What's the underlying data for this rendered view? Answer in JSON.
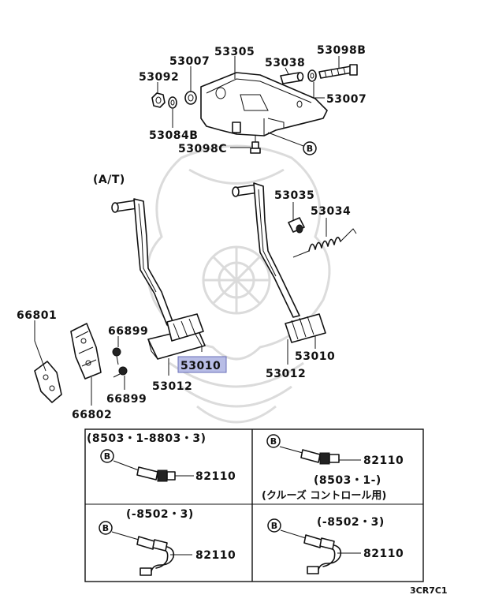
{
  "labels": {
    "p53305": "53305",
    "p53007a": "53007",
    "p53092": "53092",
    "p53038": "53038",
    "p53098b": "53098B",
    "p53007b": "53007",
    "p53084b": "53084B",
    "p53098c": "53098C",
    "at": "(A/T)",
    "p53035": "53035",
    "p53034": "53034",
    "p66801": "66801",
    "p66899a": "66899",
    "p66899b": "66899",
    "p66802": "66802",
    "p53010a": "53010",
    "p53012a": "53012",
    "p53010b": "53010",
    "p53012b": "53012",
    "ref_b": "B",
    "box1_range": "(8503・1-8803・3)",
    "box1_part": "82110",
    "box2_part": "82110",
    "box2_range": "(8503・1-)",
    "box2_note": "(クルーズ コントロール用)",
    "box3_range": "(-8502・3)",
    "box3_part": "82110",
    "box4_range": "(-8502・3)",
    "box4_part": "82110",
    "diagram_code": "3CR7C1"
  },
  "highlight_color": "#b8bde6"
}
